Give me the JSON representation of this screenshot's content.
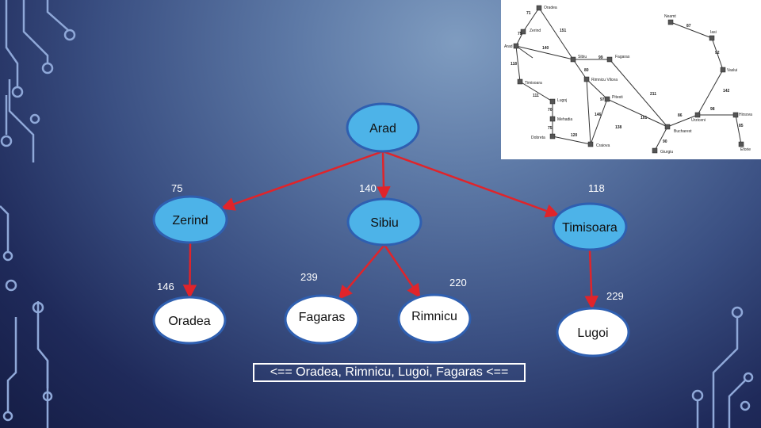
{
  "nodes": [
    {
      "id": "arad",
      "label": "Arad",
      "fill": "#4db3e8",
      "stroke": "#2f5fb0"
    },
    {
      "id": "zerind",
      "label": "Zerind",
      "fill": "#4db3e8",
      "stroke": "#2f5fb0"
    },
    {
      "id": "sibiu",
      "label": "Sibiu",
      "fill": "#4db3e8",
      "stroke": "#2f5fb0"
    },
    {
      "id": "timisoara",
      "label": "Timisoara",
      "fill": "#4db3e8",
      "stroke": "#2f5fb0"
    },
    {
      "id": "oradea",
      "label": "Oradea",
      "fill": "#ffffff",
      "stroke": "#2f5fb0"
    },
    {
      "id": "fagaras",
      "label": "Fagaras",
      "fill": "#ffffff",
      "stroke": "#2f5fb0"
    },
    {
      "id": "rimnicu",
      "label": "Rimnicu",
      "fill": "#ffffff",
      "stroke": "#2f5fb0"
    },
    {
      "id": "lugoi",
      "label": "Lugoi",
      "fill": "#ffffff",
      "stroke": "#2f5fb0"
    }
  ],
  "edges": [
    {
      "from": "arad",
      "to": "zerind",
      "label": "75"
    },
    {
      "from": "arad",
      "to": "sibiu",
      "label": "140"
    },
    {
      "from": "arad",
      "to": "timisoara",
      "label": "118"
    },
    {
      "from": "zerind",
      "to": "oradea",
      "label": "146"
    },
    {
      "from": "sibiu",
      "to": "fagaras",
      "label": "239"
    },
    {
      "from": "sibiu",
      "to": "rimnicu",
      "label": "220"
    },
    {
      "from": "timisoara",
      "to": "lugoi",
      "label": "229"
    }
  ],
  "edge_color": "#e0242a",
  "result_text": "<== Oradea, Rimnicu, Lugoi, Fagaras <==",
  "map": {
    "cities": [
      "Oradea",
      "Neamt",
      "Zerind",
      "Iasi",
      "Arad",
      "Sibiu",
      "Fagaras",
      "Vaslui",
      "Timisoara",
      "Rimnicu Vilcea",
      "Lugoj",
      "Pitesti",
      "Hirsova",
      "Mehadia",
      "Urziceni",
      "Eforie",
      "Dobreta",
      "Craiova",
      "Bucharest",
      "Giurgiu"
    ],
    "distances": [
      "71",
      "151",
      "75",
      "87",
      "140",
      "92",
      "118",
      "99",
      "80",
      "142",
      "111",
      "211",
      "97",
      "70",
      "146",
      "101",
      "98",
      "86",
      "75",
      "138",
      "85",
      "120",
      "90"
    ]
  }
}
